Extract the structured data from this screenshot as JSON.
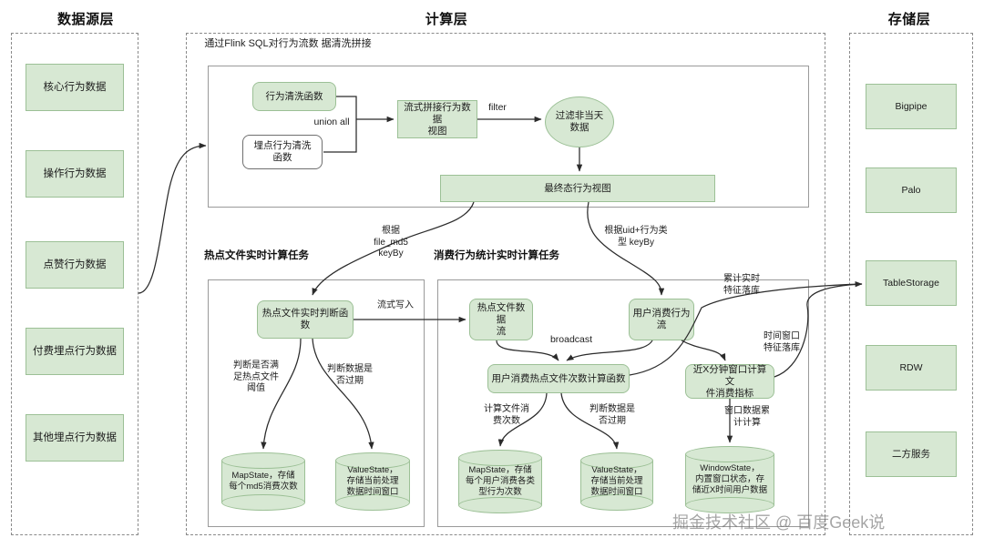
{
  "diagram": {
    "watermark": "掘金技术社区 @ 百度Geek说"
  },
  "layers": {
    "source": {
      "title": "数据源层",
      "items": [
        {
          "label": "核心行为数据"
        },
        {
          "label": "操作行为数据"
        },
        {
          "label": "点赞行为数据"
        },
        {
          "label": "付费埋点行为数据"
        },
        {
          "label": "其他埋点行为数据"
        }
      ]
    },
    "compute": {
      "title": "计算层",
      "flink_section": {
        "caption": "通过Flink SQL对行为流数\n据清洗拼接",
        "nodes": {
          "clean_func": "行为清洗函数",
          "track_clean_func": "埋点行为清洗\n函数",
          "stream_join_view": "流式拼接行为数据\n视图",
          "filter_today": "过滤非当天\n数据",
          "final_view": "最终态行为视图"
        },
        "edges": {
          "union_all": "union all",
          "filter": "filter"
        }
      },
      "hotfile_task": {
        "title": "热点文件实时计算任务",
        "nodes": {
          "judge_func": "热点文件实时判断函\n数"
        },
        "stores": [
          {
            "label": "MapState，存储\n每个md5消费次数"
          },
          {
            "label": "ValueState，\n存储当前处理\n数据时间窗口"
          }
        ],
        "edges": {
          "keyby": "根据\nfile_md5\nkeyBy",
          "threshold": "判断是否满\n足热点文件\n阈值",
          "expired": "判断数据是\n否过期",
          "stream_write": "流式写入"
        }
      },
      "consume_task": {
        "title": "消费行为统计实时计算任务",
        "nodes": {
          "hotfile_stream": "热点文件数据\n流",
          "user_consume_stream": "用户消费行为\n流",
          "count_func": "用户消费热点文件次数计算函数",
          "window_func": "近X分钟窗口计算文\n件消费指标"
        },
        "stores": [
          {
            "label": "MapState，存储\n每个用户消费各类\n型行为次数"
          },
          {
            "label": "ValueState，\n存储当前处理\n数据时间窗口"
          },
          {
            "label": "WindowState，\n内置窗口状态，存\n储近X时间用户数据"
          }
        ],
        "edges": {
          "keyby_uid": "根据uid+行为类\n型 keyBy",
          "broadcast": "broadcast",
          "count_files": "计算文件消\n费次数",
          "expired": "判断数据是\n否过期",
          "window_accum": "窗口数据累\n计计算",
          "cumulative_sink": "累计实时\n特征落库",
          "window_sink": "时间窗口\n特征落库"
        }
      }
    },
    "storage": {
      "title": "存储层",
      "items": [
        {
          "label": "Bigpipe"
        },
        {
          "label": "Palo"
        },
        {
          "label": "TableStorage"
        },
        {
          "label": "RDW"
        },
        {
          "label": "二方服务"
        }
      ]
    }
  },
  "colors": {
    "node_fill": "#d7e8d3",
    "node_border": "#9cc096",
    "frame_dash": "#8a8a8a",
    "frame_solid": "#9a9a9a",
    "text": "#1a1a1a"
  }
}
